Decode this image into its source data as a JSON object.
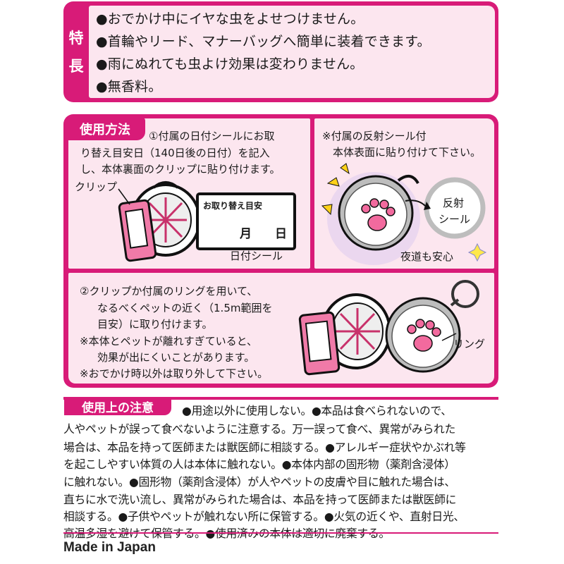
{
  "features": {
    "title_chars": [
      "特",
      "長"
    ],
    "lines": [
      "●おでかけ中にイヤな虫をよせつけません。",
      "●首輪やリード、マナーバッグへ簡単に装着できます。",
      "●雨にぬれても虫よけ効果は変わりません。",
      "●無香料。"
    ]
  },
  "usage": {
    "title": "使用方法",
    "step1": [
      "①付属の日付シールにお取",
      "り替え目安日（140日後の日付）を記入",
      "し、本体裏面のクリップに貼り付けます。"
    ],
    "clip_label": "クリップ",
    "sticker": {
      "heading": "お取り替え目安",
      "month": "月",
      "day": "日"
    },
    "sticker_caption": "日付シール",
    "reflect_note": [
      "※付属の反射シール付",
      "本体表面に貼り付けて下さい。"
    ],
    "reflect_label": [
      "反射",
      "シール"
    ],
    "night_label": "夜道も安心",
    "step2": [
      "②クリップか付属のリングを用いて、",
      "なるべくペットの近く（1.5m範囲を",
      "目安）に取り付けます。",
      "※本体とペットが離れすぎていると、",
      "効果が出にくいことがあります。",
      "※おでかけ時以外は取り外して下さい。"
    ],
    "ring_label": "リング"
  },
  "caution": {
    "title": "使用上の注意",
    "first_line": "●用途以外に使用しない。●本品は食べられないので、",
    "lines": [
      "人やペットが誤って食べないように注意する。万一誤って食べ、異常がみられた",
      "場合は、本品を持って医師または獣医師に相談する。●アレルギー症状やかぶれ等",
      "を起こしやすい体質の人は本体に触れない。●本体内部の固形物（薬剤含浸体）",
      "に触れない。●固形物（薬剤含浸体）が人やペットの皮膚や目に触れた場合は、",
      "直ちに水で洗い流し、異常がみられた場合は、本品を持って医師または獣医師に",
      "相談する。●子供やペットが触れない所に保管する。●火気の近くや、直射日光、",
      "高温多湿を避けて保管する。●使用済みの本体は適切に廃棄する。"
    ]
  },
  "footer": {
    "made_in": "Made in Japan"
  },
  "colors": {
    "accent": "#d81b78",
    "panel": "#fce6ef"
  },
  "icons": [
    "paw-icon",
    "ring-icon",
    "clip-icon",
    "sparkle-icon",
    "shine-icon"
  ]
}
